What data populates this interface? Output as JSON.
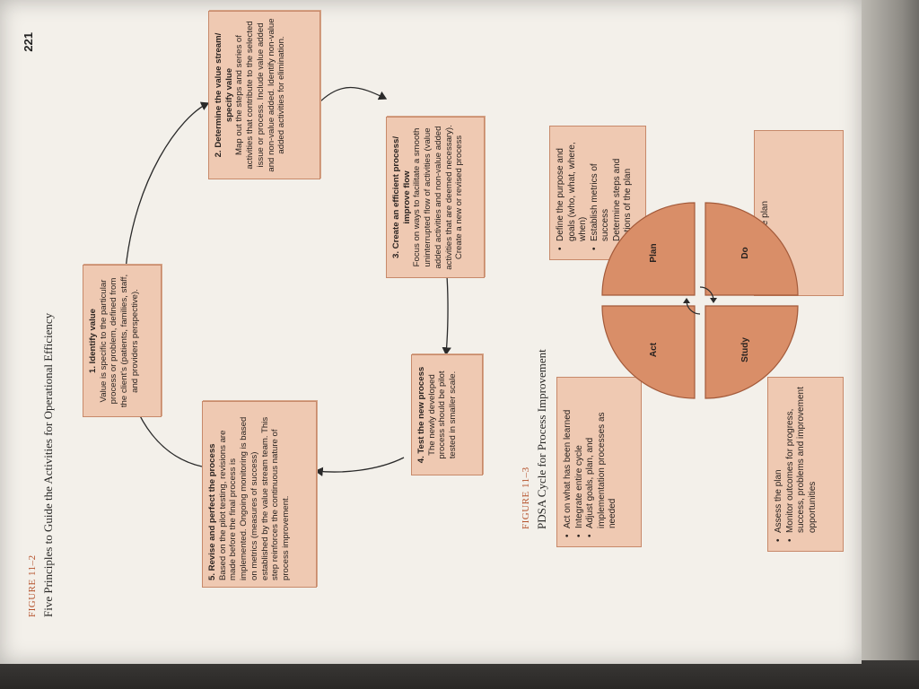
{
  "page_number": "221",
  "figure1": {
    "label": "FIGURE 11–2",
    "title": "Five Principles to Guide the Activities for Operational Efficiency",
    "steps": [
      {
        "heading": "1. Identify value",
        "body": "Value is specific to the particular process or problem, defined from the client's (patients, families, staff, and providers perspective)."
      },
      {
        "heading": "2. Determine the value stream/ specify value",
        "body": "Map out the steps and series of activities that contribute to the selected issue or process. Include value added and non-value added. Identify non-value added activities for elimination."
      },
      {
        "heading": "3. Create an efficient process/ improve flow",
        "body": "Focus on ways to facilitate a smooth uninterrupted flow of activities (value added activities and non-value added activities that are deemed necessary). Create a new or revised process"
      },
      {
        "heading": "4. Test the new process",
        "body": "The newly developed process should be pilot tested in smaller scale."
      },
      {
        "heading": "5. Revise and perfect the process",
        "body": "Based on the pilot testing, revisions are made before the final process is implemented. Ongoing monitoring is based on metrics (measures of success) established by the value stream team. This step reinforces the continuous nature of process improvement."
      }
    ]
  },
  "figure2": {
    "label": "FIGURE 11–3",
    "title": "PDSA Cycle for Process Improvement",
    "quadrants": {
      "plan": "Plan",
      "do": "Do",
      "study": "Study",
      "act": "Act"
    },
    "plan_items": [
      "Define the purpose and goals (who, what, where, when)",
      "Establish metrics of success",
      "Determine steps and actions of the plan"
    ],
    "do_items": [
      "Implement the plan"
    ],
    "study_items": [
      "Assess the plan",
      "Monitor outcomes for progress, success, problems and improvement opportunities"
    ],
    "act_items": [
      "Act on what has been learned",
      "Integrate entire cycle",
      "Adjust goals, plan, and implementation processes as needed"
    ]
  }
}
